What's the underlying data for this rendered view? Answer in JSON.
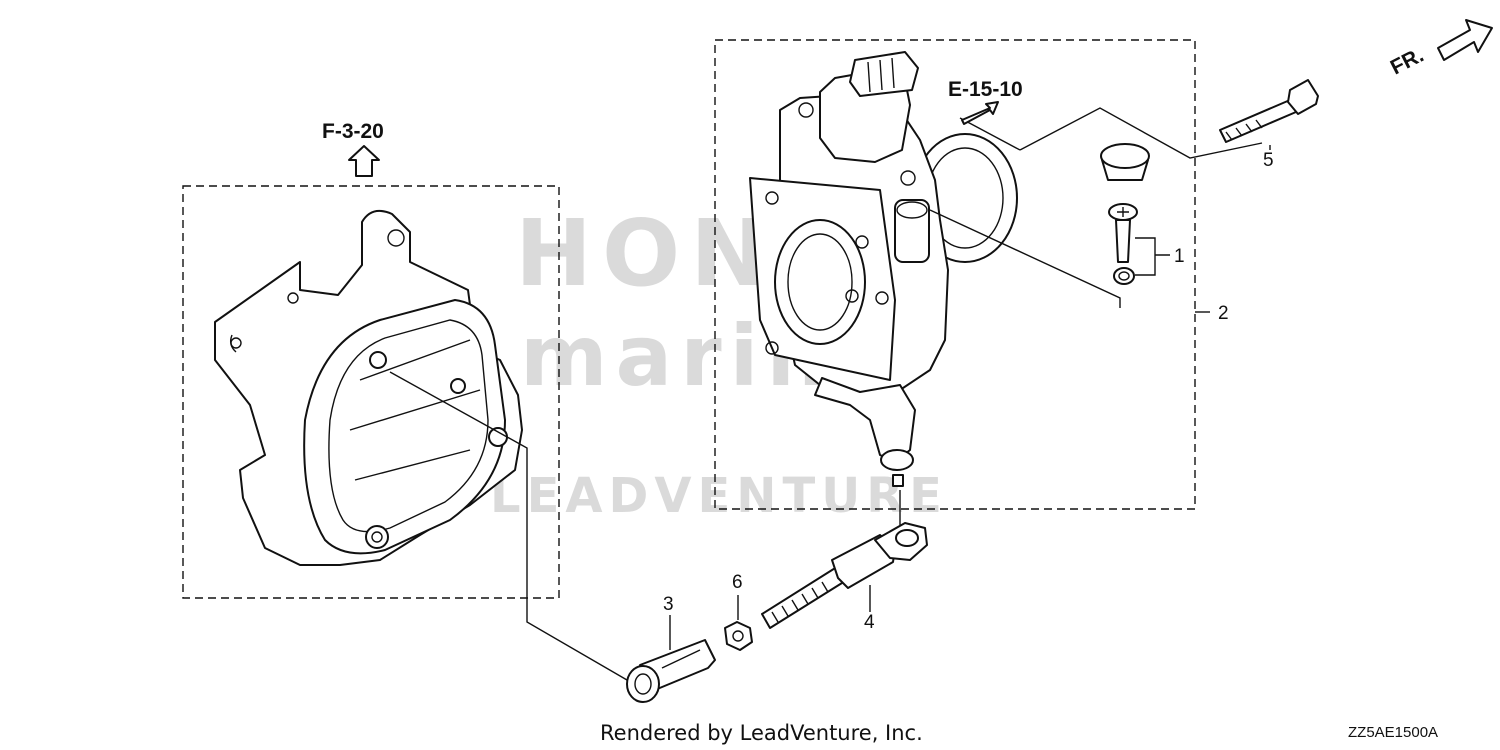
{
  "refs": {
    "f_ref": "F-3-20",
    "e_ref": "E-15-10",
    "fr": "FR."
  },
  "callouts": {
    "c1": "1",
    "c2": "2",
    "c3": "3",
    "c4": "4",
    "c5": "5",
    "c6": "6"
  },
  "watermark": {
    "line1": "HONDA",
    "line2": "marine",
    "line3": "LEADVENTURE"
  },
  "footer": {
    "rendered": "Rendered by LeadVenture, Inc.",
    "code": "ZZ5AE1500A"
  }
}
